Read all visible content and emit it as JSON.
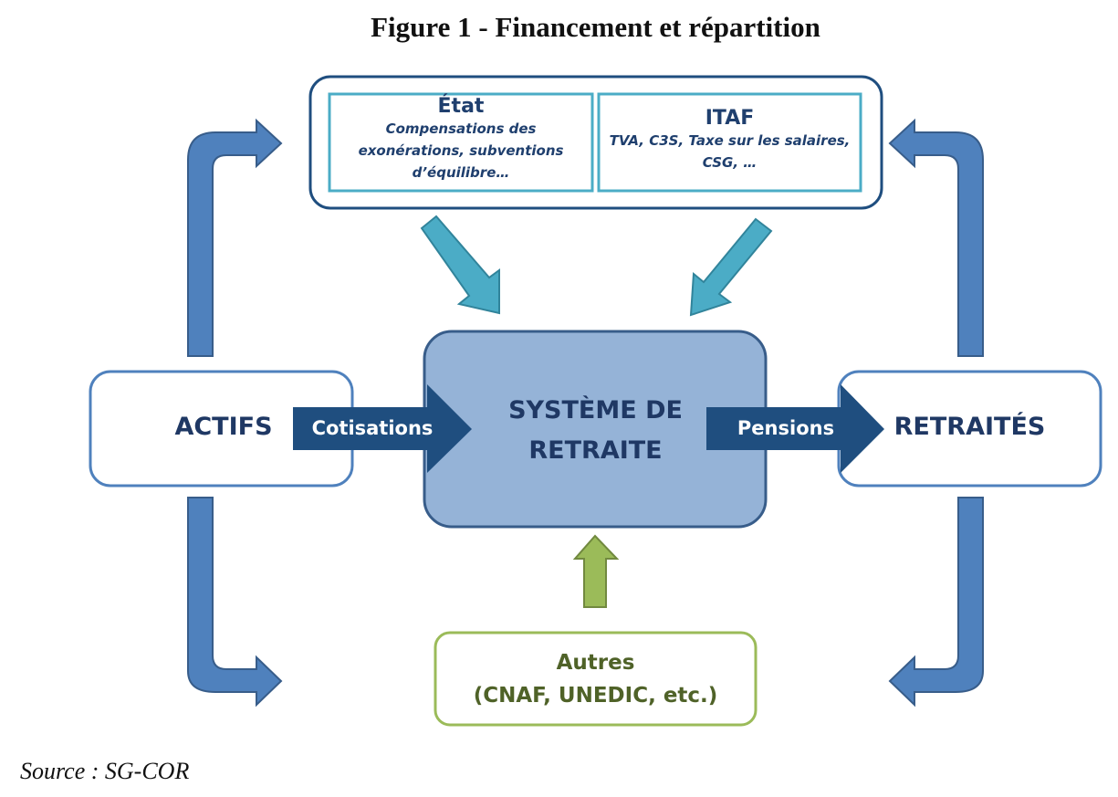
{
  "title": "Figure 1 - Financement et répartition",
  "source": "Source : SG-COR",
  "colors": {
    "dark_blue": "#1f4e7f",
    "text_navy": "#1f3864",
    "loop_arrow_blue": "#4f81bd",
    "teal_arrow": "#4bacc6",
    "center_fill": "#95b3d7",
    "green": "#9bbb59",
    "green_text": "#4f6228"
  },
  "financers": {
    "etat": {
      "title": "État",
      "description_lines": [
        "Compensations des",
        "exonérations, subventions",
        "d’équilibre…"
      ]
    },
    "itaf": {
      "title": "ITAF",
      "description_lines": [
        "TVA, C3S, Taxe sur les salaires,",
        "CSG, …"
      ]
    }
  },
  "nodes": {
    "actifs": "ACTIFS",
    "systeme_lines": [
      "SYSTÈME DE",
      "RETRAITE"
    ],
    "retraites": "RETRAITÉS",
    "autres_lines": [
      "Autres",
      "(CNAF, UNEDIC, etc.)"
    ]
  },
  "flows": {
    "cotisations": "Cotisations",
    "pensions": "Pensions"
  }
}
